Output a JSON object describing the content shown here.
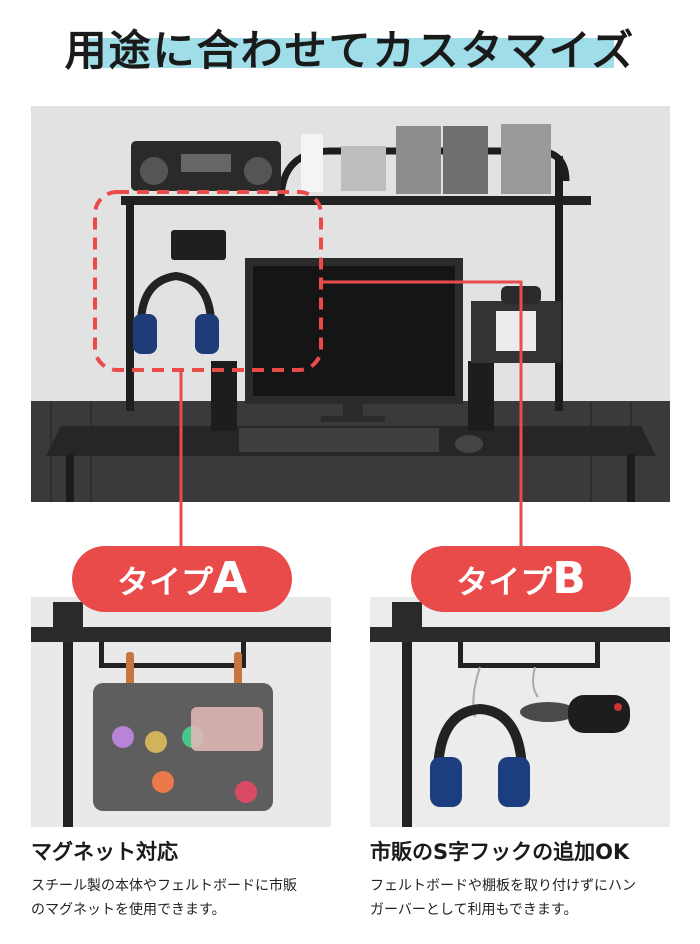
{
  "header": {
    "title": "用途に合わせてカスタマイズ"
  },
  "colors": {
    "accent_red": "#e94a4a",
    "title_highlight": "#9fdde8"
  },
  "types": [
    {
      "label_prefix": "タイプ",
      "label_letter": "A",
      "heading": "マグネット対応",
      "description_lines": [
        "スチール製の本体やフェルトボードに市販",
        "のマグネットを使用できます。"
      ]
    },
    {
      "label_prefix": "タイプ",
      "label_letter": "B",
      "heading": "市販のS字フックの追加OK",
      "description_lines": [
        "フェルトボードや棚板を取り付けずにハン",
        "ガーバーとして利用もできます。"
      ]
    }
  ]
}
